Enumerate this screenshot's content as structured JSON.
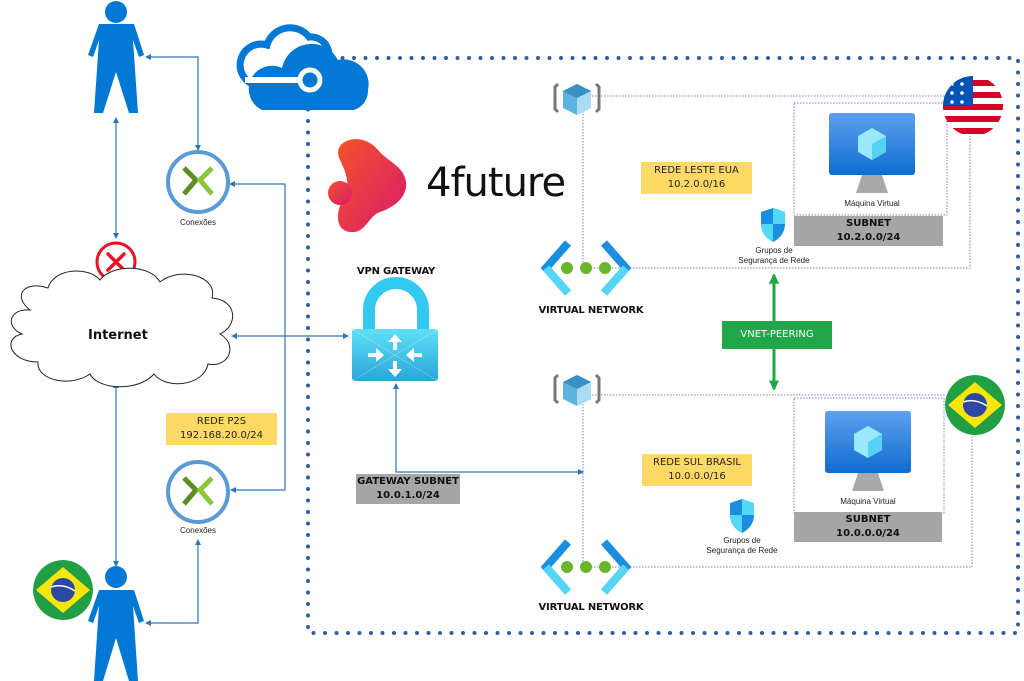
{
  "brand": {
    "name": "4future",
    "colors": {
      "azure_blue": "#0078d4",
      "gradient_start": "#f4522d",
      "gradient_end": "#d81b6a"
    }
  },
  "left": {
    "internet_label": "Internet",
    "top_user": {
      "blocked": true
    },
    "bottom_user": {
      "flag": "brazil"
    },
    "connections_top_label": "Conexões",
    "connections_bottom_label": "Conexões",
    "p2s_network": {
      "title": "REDE P2S",
      "cidr": "192.168.20.0/24"
    }
  },
  "gateway": {
    "title": "VPN GATEWAY",
    "subnet": {
      "title": "GATEWAY SUBNET",
      "cidr": "10.0.1.0/24"
    }
  },
  "vnets": [
    {
      "name": "REDE LESTE EUA",
      "cidr": "10.2.0.0/16",
      "flag": "usa",
      "vnet_label": "VIRTUAL NETWORK",
      "nsg_label_line1": "Grupos de",
      "nsg_label_line2": "Segurança de Rede",
      "vm_label": "Máquina Virtual",
      "subnet": {
        "title": "SUBNET",
        "cidr": "10.2.0.0/24"
      }
    },
    {
      "name": "REDE SUL BRASIL",
      "cidr": "10.0.0.0/16",
      "flag": "brazil",
      "vnet_label": "VIRTUAL NETWORK",
      "nsg_label_line1": "Grupos de",
      "nsg_label_line2": "Segurança de Rede",
      "vm_label": "Máquina Virtual",
      "subnet": {
        "title": "SUBNET",
        "cidr": "10.0.0.0/24"
      }
    }
  ],
  "peering": {
    "label": "VNET-PEERING"
  },
  "icons": {
    "azure": "azure-cloud-icon",
    "user": "person-icon",
    "blocked": "x-circle-icon",
    "connections": "connections-icon",
    "gateway": "vpn-gateway-icon",
    "vnet": "virtual-network-icon",
    "resource_group": "cube-icon",
    "nsg": "shield-icon",
    "vm": "monitor-icon"
  }
}
